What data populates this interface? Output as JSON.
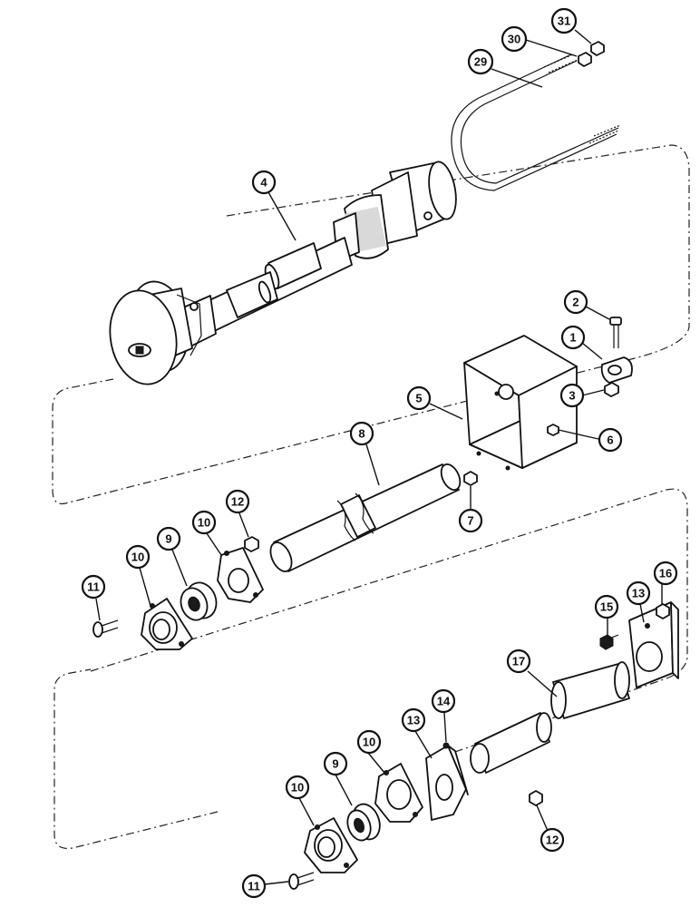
{
  "callouts": [
    {
      "id": "c31",
      "label": "31"
    },
    {
      "id": "c30",
      "label": "30"
    },
    {
      "id": "c29",
      "label": "29"
    },
    {
      "id": "c4",
      "label": "4"
    },
    {
      "id": "c2",
      "label": "2"
    },
    {
      "id": "c1",
      "label": "1"
    },
    {
      "id": "c3",
      "label": "3"
    },
    {
      "id": "c5",
      "label": "5"
    },
    {
      "id": "c8",
      "label": "8"
    },
    {
      "id": "c6",
      "label": "6"
    },
    {
      "id": "c7",
      "label": "7"
    },
    {
      "id": "c12a",
      "label": "12"
    },
    {
      "id": "c10a",
      "label": "10"
    },
    {
      "id": "c9a",
      "label": "9"
    },
    {
      "id": "c10b",
      "label": "10"
    },
    {
      "id": "c11a",
      "label": "11"
    },
    {
      "id": "c16",
      "label": "16"
    },
    {
      "id": "c15",
      "label": "15"
    },
    {
      "id": "c13a",
      "label": "13"
    },
    {
      "id": "c17",
      "label": "17"
    },
    {
      "id": "c14",
      "label": "14"
    },
    {
      "id": "c13b",
      "label": "13"
    },
    {
      "id": "c10c",
      "label": "10"
    },
    {
      "id": "c9b",
      "label": "9"
    },
    {
      "id": "c10d",
      "label": "10"
    },
    {
      "id": "c12b",
      "label": "12"
    },
    {
      "id": "c11b",
      "label": "11"
    }
  ]
}
